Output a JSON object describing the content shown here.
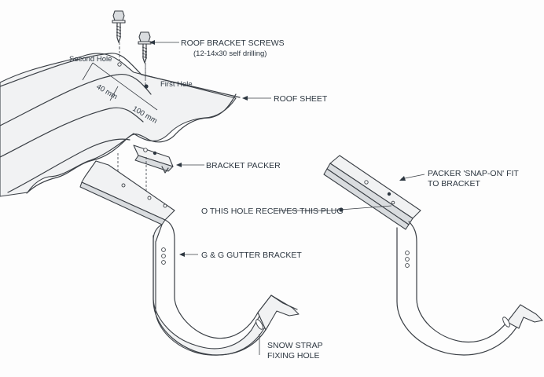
{
  "labels": {
    "roof_bracket_screws": "ROOF BRACKET SCREWS",
    "screw_spec": "(12-14x30 self drilling)",
    "second_hole": "Second Hole",
    "first_hole": "First Hole",
    "dim_40": "40 mm",
    "dim_100": "100 mm",
    "roof_sheet": "ROOF SHEET",
    "bracket_packer": "BRACKET PACKER",
    "hole_receives_plug": "O THIS HOLE RECEIVES THIS PLUG",
    "gutter_bracket": "G & G GUTTER BRACKET",
    "snow_strap_line1": "SNOW STRAP",
    "snow_strap_line2": "FIXING HOLE",
    "packer_fit_line1": "PACKER 'SNAP-ON' FIT",
    "packer_fit_line2": "TO BRACKET"
  }
}
